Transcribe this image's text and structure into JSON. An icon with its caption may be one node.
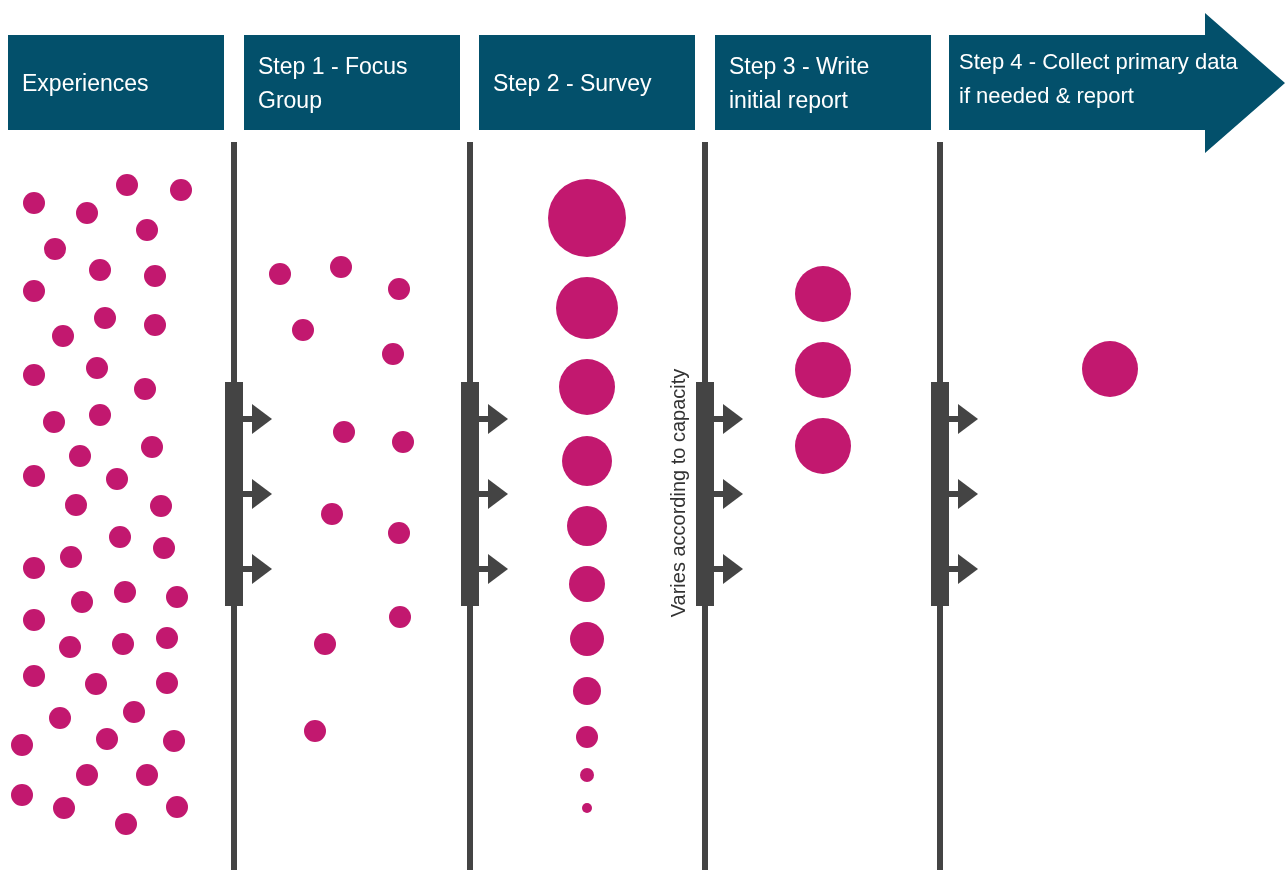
{
  "diagram": {
    "nodes": [
      {
        "text": [
          "Experiences"
        ]
      },
      {
        "text": [
          "Step 1 - Focus Group"
        ]
      },
      {
        "text": [
          "Step 2 - Survey"
        ]
      },
      {
        "text": [
          "Step 3 - Write initial report"
        ]
      },
      {
        "text": [
          "Step 4 - Collect primary data if needed & report"
        ]
      }
    ],
    "labels": [
      "Varies according to capacity"
    ]
  }
}
